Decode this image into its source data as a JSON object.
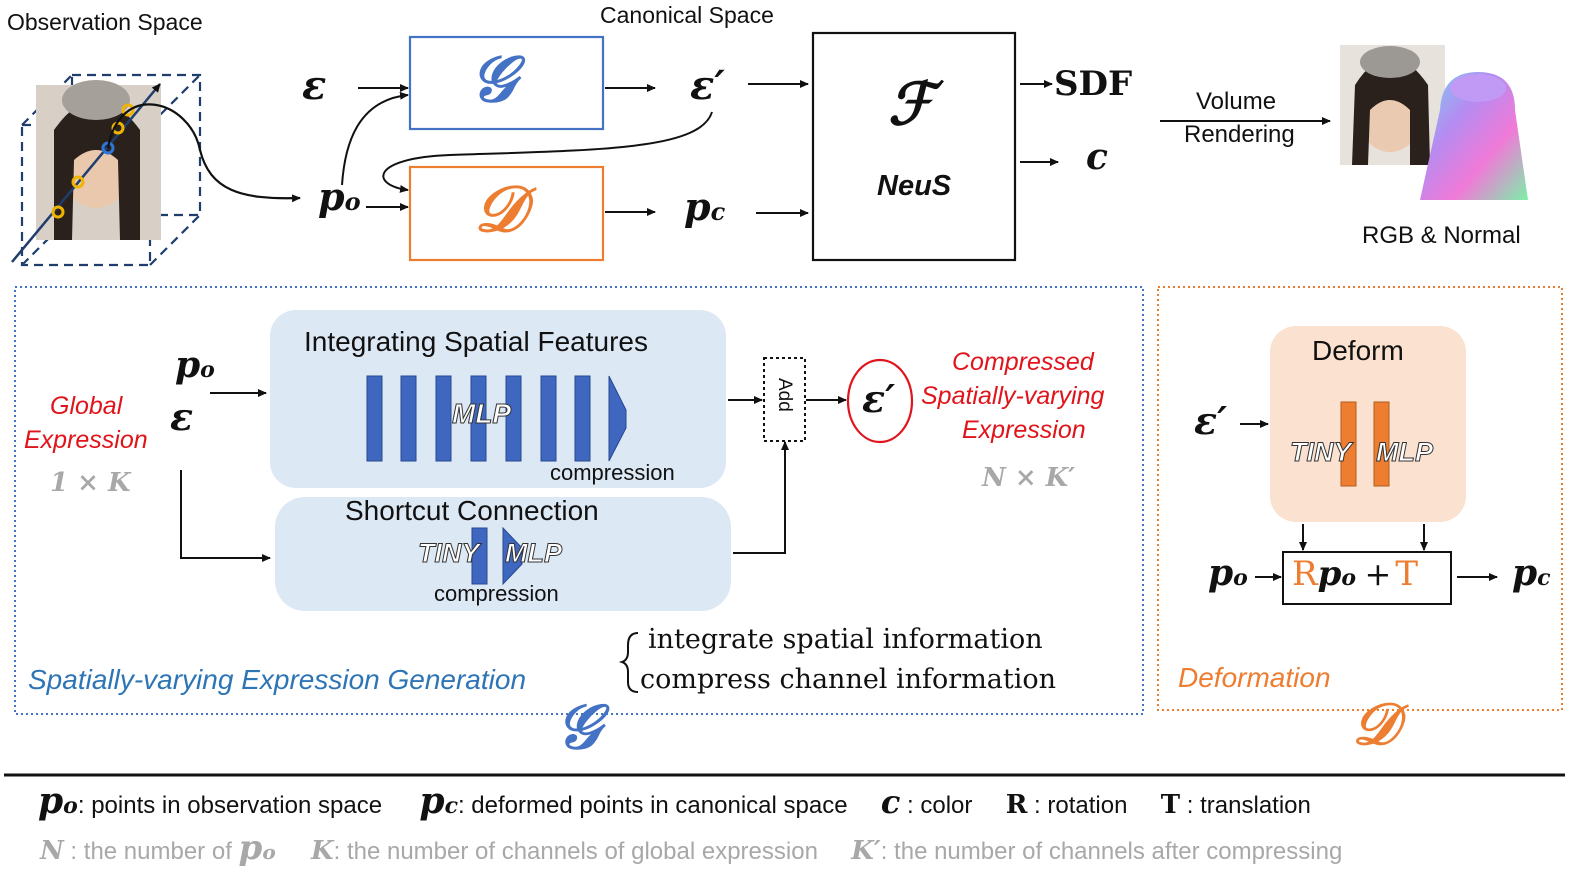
{
  "top": {
    "observation_space": "Observation Space",
    "canonical_space": "Canonical Space",
    "epsilon": "ε",
    "epsilon_prime": "ε′",
    "p_o": "p",
    "p_o_sub": "o",
    "p_c": "p",
    "p_c_sub": "c",
    "G_symbol": "𝒢",
    "D_symbol": "𝒟",
    "F_symbol": "ℱ",
    "neus": "NeuS",
    "sdf": "SDF",
    "c": "c",
    "volume": "Volume",
    "rendering": "Rendering",
    "rgb_normal": "RGB & Normal"
  },
  "g_panel": {
    "p_o": "p",
    "p_o_sub": "o",
    "epsilon": "ε",
    "global_line1": "Global",
    "global_line2": "Expression",
    "dim": "1 × K",
    "integrating_title": "Integrating Spatial Features",
    "mlp": "MLP",
    "compression": "compression",
    "shortcut_title": "Shortcut Connection",
    "tiny": "TINY",
    "tiny_mlp": "MLP",
    "compression2": "compression",
    "add": "Add",
    "epsilon_prime": "ε′",
    "compressed_line1": "Compressed",
    "compressed_line2": "Spatially-varying",
    "compressed_line3": "Expression",
    "dim2": "N × K′",
    "brace_line1": "integrate spatial information",
    "brace_line2": "compress channel information",
    "title": "Spatially-varying Expression Generation",
    "symbol": "𝒢"
  },
  "d_panel": {
    "deform": "Deform",
    "epsilon_prime": "ε′",
    "tiny": "TINY",
    "mlp": "MLP",
    "p_o": "p",
    "p_o_sub": "o",
    "R": "R",
    "formula_p": "p",
    "formula_sub": "o",
    "plus": "+",
    "T": "T",
    "p_c": "p",
    "p_c_sub": "c",
    "title": "Deformation",
    "symbol": "𝒟"
  },
  "legend": {
    "po_sym": "p",
    "po_sub": "o",
    "po_text": ": points in observation space",
    "pc_sym": "p",
    "pc_sub": "c",
    "pc_text": ": deformed points in canonical space",
    "c_sym": "c",
    "c_text": " : color",
    "R_sym": "R",
    "R_text": " : rotation",
    "T_sym": "T",
    "T_text": " : translation",
    "N_sym": "N",
    "N_text": " : the number of ",
    "N_p": "p",
    "N_p_sub": "o",
    "K_sym": "K",
    "K_text": ": the number of channels of global expression",
    "Kp_sym": "K′",
    "Kp_text": ": the number of channels after compressing"
  },
  "colors": {
    "blue": "#4472c4",
    "orange": "#ed7d31",
    "red": "#e0141b",
    "bar_blue": "#3f67c0",
    "panel_blue": "#dde8f5",
    "panel_peach": "#fbe1cf",
    "gray": "#a8a8a8"
  }
}
